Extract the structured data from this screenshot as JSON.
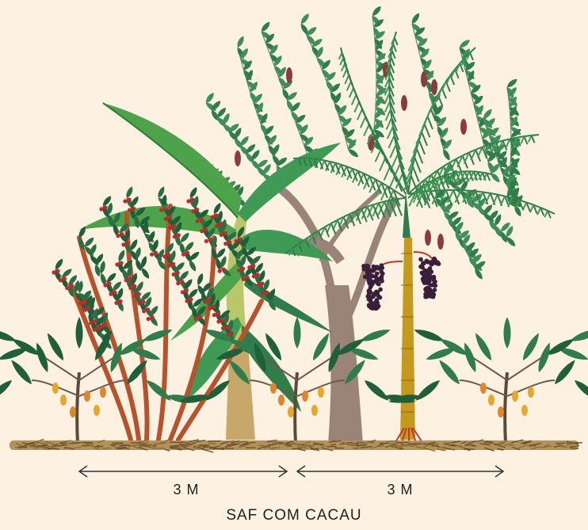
{
  "title": "SAF COM CACAU",
  "dimensions": [
    {
      "label": "3 M"
    },
    {
      "label": "3 M"
    }
  ],
  "colors": {
    "background": "#fdf1e1",
    "leaf_dark": "#1f5f3a",
    "leaf_mid": "#2e7d4a",
    "leaf_light": "#3f9a55",
    "banana_leaf": "#4da34a",
    "banana_trunk": "#b7c76a",
    "tree_trunk": "#9a8478",
    "stem_red": "#b7532c",
    "palm_trunk": "#c49a1e",
    "cacao_pod": "#e8a62a",
    "coffee_cherry": "#c62828",
    "acai_fruit": "#3a1f3a",
    "mulch": "#8a6b3a"
  },
  "plants": [
    "cacao",
    "coffee",
    "banana",
    "tree",
    "acai-palm"
  ]
}
